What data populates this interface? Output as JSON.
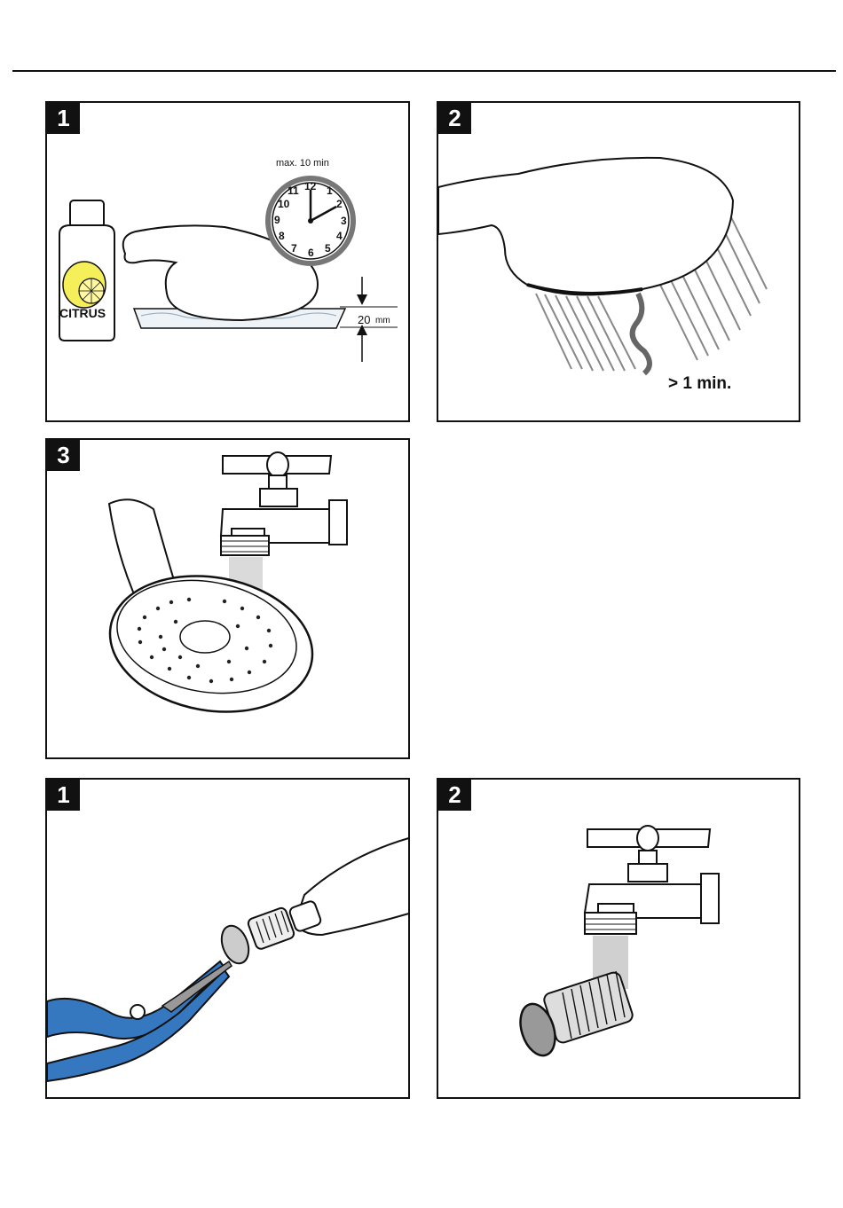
{
  "panels": [
    {
      "step": "1",
      "clock": {
        "label": "max. 10 min",
        "numbers": [
          "12",
          "1",
          "2",
          "3",
          "4",
          "5",
          "6",
          "7",
          "8",
          "9",
          "10",
          "11"
        ]
      },
      "bottle": {
        "label": "CITRUS"
      },
      "depth": {
        "value": "20",
        "unit": "mm"
      }
    },
    {
      "step": "2",
      "duration": "> 1 min."
    },
    {
      "step": "3"
    },
    {
      "step": "1"
    },
    {
      "step": "2"
    }
  ]
}
